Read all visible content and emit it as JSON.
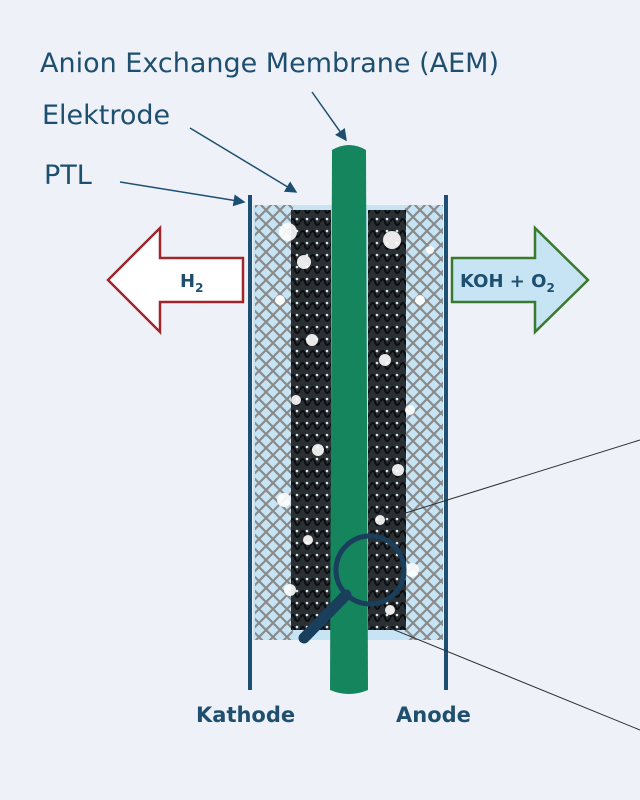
{
  "labels": {
    "membrane": "Anion Exchange Membrane (AEM)",
    "electrode": "Elektrode",
    "ptl": "PTL",
    "cathode": "Kathode",
    "anode": "Anode"
  },
  "arrows": {
    "left": {
      "text": "H",
      "sub": "2",
      "color": "#a0262c"
    },
    "right": {
      "text": "KOH + O",
      "sub": "2",
      "color": "#3a7a2e"
    }
  },
  "colors": {
    "membrane": "#14855c",
    "wall": "#1d4f72",
    "electrolyte": "#c6e4f4",
    "mesh": "#8a8a8a",
    "text": "#1f4f6f"
  },
  "icons": {
    "magnifier": "magnifier-icon"
  }
}
